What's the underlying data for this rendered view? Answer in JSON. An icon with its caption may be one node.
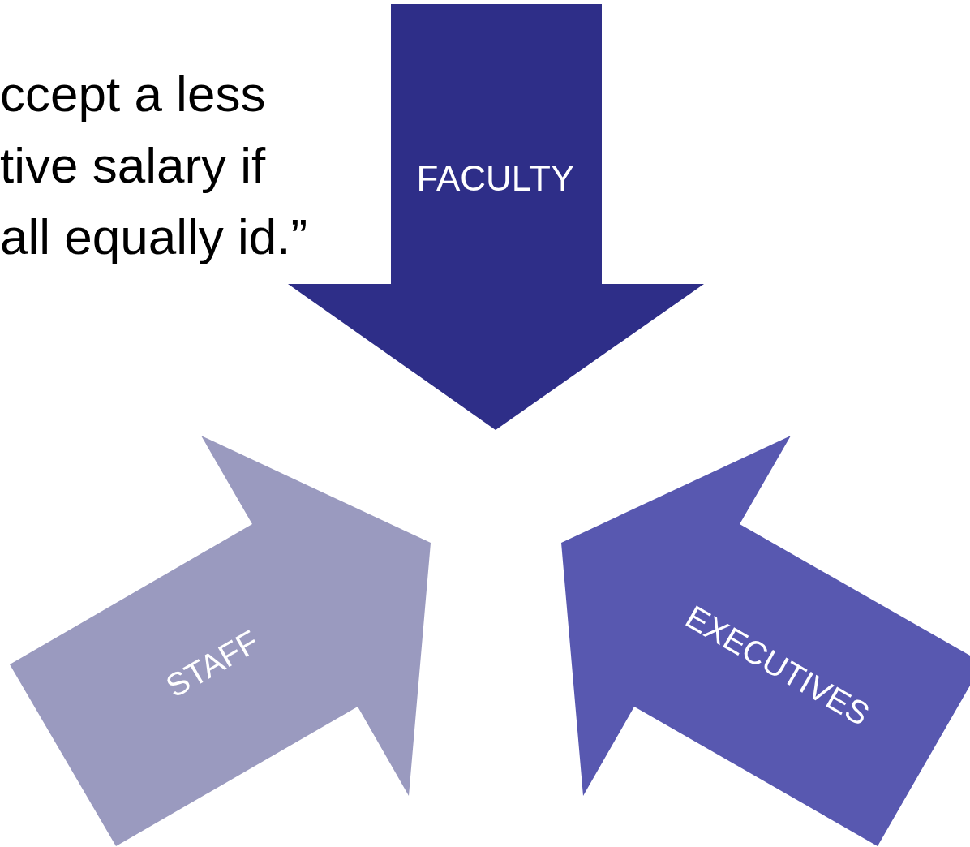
{
  "diagram": {
    "nodes": [
      {
        "text": [
          "FACULTY"
        ]
      },
      {
        "text": [
          "STAFF"
        ]
      },
      {
        "text": [
          "EXECUTIVES"
        ]
      }
    ],
    "labels": [
      "ccept a less tive salary if all equally id.”"
    ]
  }
}
